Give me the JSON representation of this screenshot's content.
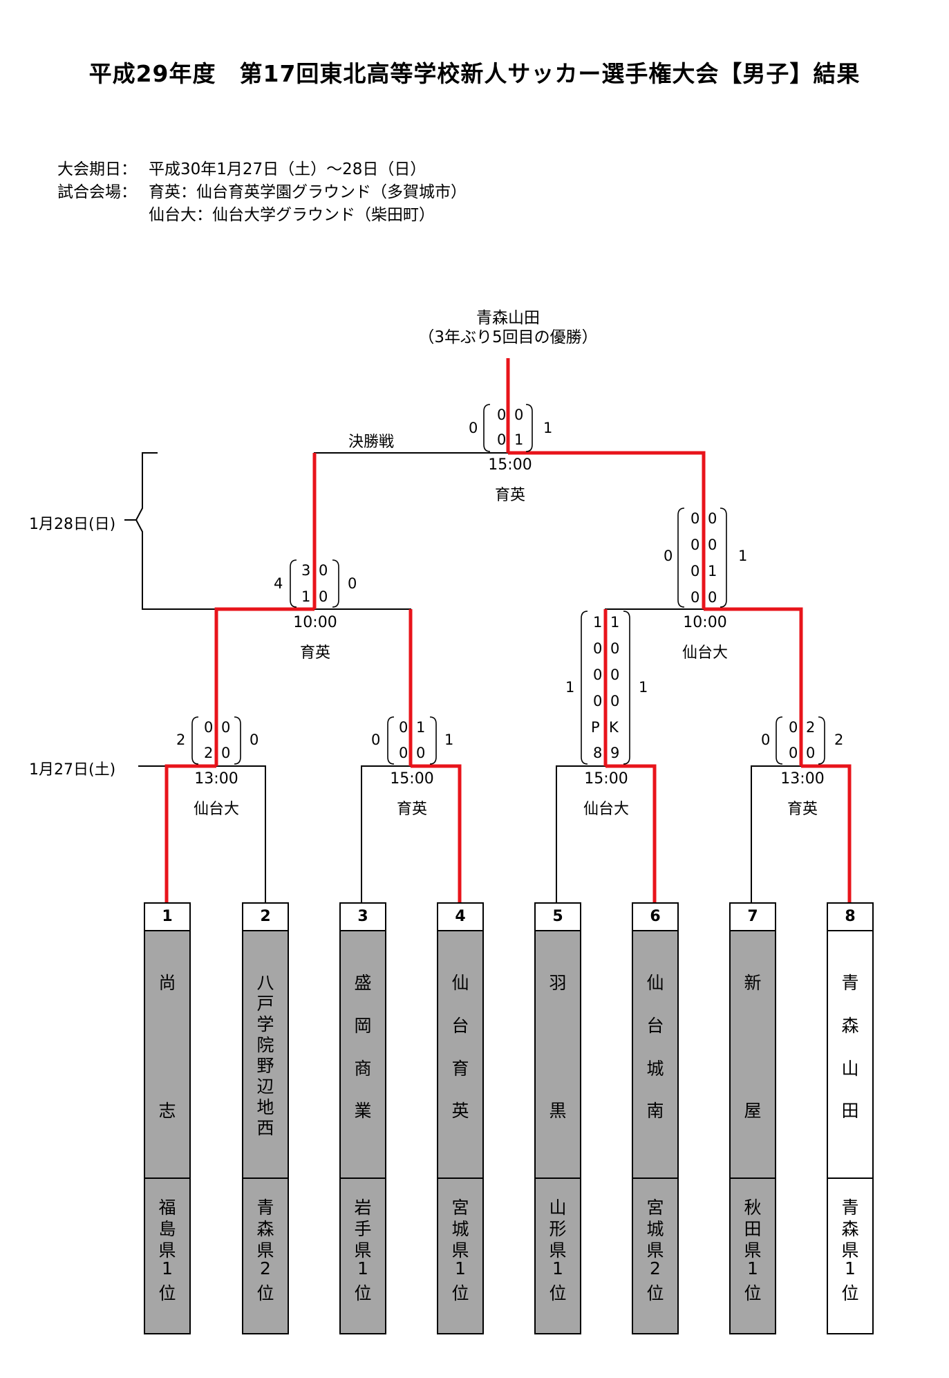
{
  "title": "平成29年度　第17回東北高等学校新人サッカー選手権大会【男子】結果",
  "info": {
    "period_label": "大会期日：",
    "period_value": "平成30年1月27日（土）～28日（日）",
    "venue_label": "試合会場：",
    "venue_1": "育英：仙台育英学園グラウンド（多賀城市）",
    "venue_2": "仙台大：仙台大学グラウンド（柴田町）"
  },
  "dates": {
    "day2": "1月28日(日)",
    "day1": "1月27日(土)"
  },
  "champion": {
    "name": "青森山田",
    "note": "（3年ぶり5回目の優勝）"
  },
  "colors": {
    "winner_line": "#e8141b",
    "team_bg": "#a6a6a6"
  },
  "final": {
    "label": "決勝戦",
    "time": "15:00",
    "venue": "育英",
    "left_total": "0",
    "right_total": "1",
    "rows": [
      [
        "0",
        "0"
      ],
      [
        "0",
        "1"
      ]
    ]
  },
  "semis": [
    {
      "time": "10:00",
      "venue": "育英",
      "left_total": "4",
      "right_total": "0",
      "rows": [
        [
          "3",
          "0"
        ],
        [
          "1",
          "0"
        ]
      ]
    },
    {
      "time": "10:00",
      "venue": "仙台大",
      "left_total": "0",
      "right_total": "1",
      "rows": [
        [
          "0",
          "0"
        ],
        [
          "0",
          "0"
        ],
        [
          "0",
          "1"
        ],
        [
          "0",
          "0"
        ]
      ]
    }
  ],
  "quarters": [
    {
      "time": "13:00",
      "venue": "仙台大",
      "left_total": "2",
      "right_total": "0",
      "rows": [
        [
          "0",
          "0"
        ],
        [
          "2",
          "0"
        ]
      ]
    },
    {
      "time": "15:00",
      "venue": "育英",
      "left_total": "0",
      "right_total": "1",
      "rows": [
        [
          "0",
          "1"
        ],
        [
          "0",
          "0"
        ]
      ]
    },
    {
      "time": "15:00",
      "venue": "仙台大",
      "left_total": "1",
      "right_total": "1",
      "rows": [
        [
          "1",
          "1"
        ],
        [
          "0",
          "0"
        ],
        [
          "0",
          "0"
        ],
        [
          "0",
          "0"
        ],
        [
          "P",
          "K"
        ],
        [
          "8",
          "9"
        ]
      ]
    },
    {
      "time": "13:00",
      "venue": "育英",
      "left_total": "0",
      "right_total": "2",
      "rows": [
        [
          "0",
          "2"
        ],
        [
          "0",
          "0"
        ]
      ]
    }
  ],
  "teams": [
    {
      "num": "1",
      "name": [
        "尚",
        "志"
      ],
      "pref": [
        "福",
        "島",
        "県",
        "1",
        "位"
      ]
    },
    {
      "num": "2",
      "name": [
        "八",
        "戸",
        "学",
        "院",
        "野",
        "辺",
        "地",
        "西"
      ],
      "pref": [
        "青",
        "森",
        "県",
        "2",
        "位"
      ]
    },
    {
      "num": "3",
      "name": [
        "盛",
        "岡",
        "商",
        "業"
      ],
      "pref": [
        "岩",
        "手",
        "県",
        "1",
        "位"
      ]
    },
    {
      "num": "4",
      "name": [
        "仙",
        "台",
        "育",
        "英"
      ],
      "pref": [
        "宮",
        "城",
        "県",
        "1",
        "位"
      ]
    },
    {
      "num": "5",
      "name": [
        "羽",
        "黒"
      ],
      "pref": [
        "山",
        "形",
        "県",
        "1",
        "位"
      ]
    },
    {
      "num": "6",
      "name": [
        "仙",
        "台",
        "城",
        "南"
      ],
      "pref": [
        "宮",
        "城",
        "県",
        "2",
        "位"
      ]
    },
    {
      "num": "7",
      "name": [
        "新",
        "屋"
      ],
      "pref": [
        "秋",
        "田",
        "県",
        "1",
        "位"
      ]
    },
    {
      "num": "8",
      "name": [
        "青",
        "森",
        "山",
        "田"
      ],
      "pref": [
        "青",
        "森",
        "県",
        "1",
        "位"
      ]
    }
  ]
}
